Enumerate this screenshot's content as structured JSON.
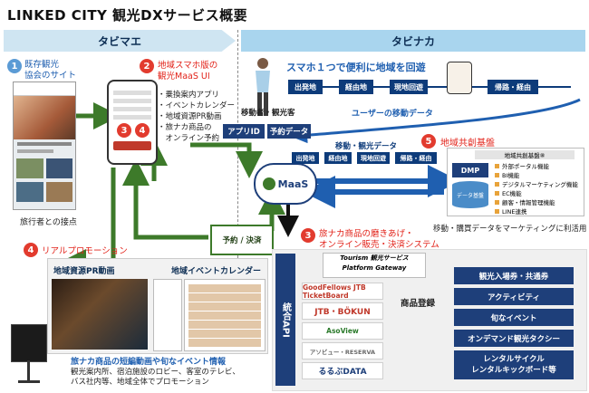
{
  "title": "LINKED CITY 観光DXサービス概要",
  "phases": {
    "left": "タビマエ",
    "right": "タビナカ"
  },
  "site_area": {
    "number": "1",
    "label_line1": "既存観光",
    "label_line2": "協会のサイト",
    "caption": "旅行者との接点"
  },
  "maas_ui": {
    "number": "2",
    "label_line1": "地域スマホ版の",
    "label_line2": "観光MaaS UI",
    "features": [
      "・乗換案内アプリ",
      "・イベントカレンダー",
      "・地域資源PR動画",
      "・旅ナカ商品の",
      "　オンライン予約"
    ],
    "inner3": "3",
    "inner4": "4"
  },
  "journey": {
    "headline": "スマホ１つで便利に地域を回遊",
    "traveler": "移動者・観光客",
    "steps": [
      "出発地",
      "経由地",
      "現地回遊",
      "帰路・経由"
    ],
    "flow_label": "ユーザーの移動データ"
  },
  "center": {
    "app_id": "アプリID",
    "reserve_data": "予約データ",
    "maas": "MaaS",
    "move_data": "移動・観光データ",
    "steps2": [
      "出発地",
      "経由地",
      "現地回遊",
      "帰路・経由"
    ]
  },
  "platform": {
    "number": "5",
    "label": "地域共創基盤",
    "box_title": "地域共創基盤⑧",
    "dmp": "DMP",
    "db": "データ基盤",
    "items": [
      "外部ポータル機能",
      "BI機能",
      "デジタルマーケティング機能",
      "EC機能",
      "顧客・情報管理機能",
      "LINE連携"
    ],
    "caption": "移動・購買データをマーケティングに利活用"
  },
  "reservation": {
    "label": "予約 / 決済"
  },
  "system": {
    "number": "3",
    "line1": "旅ナカ商品の磨きあげ・",
    "line2": "オンライン販売・決済システム"
  },
  "promotion": {
    "number": "4",
    "label": "リアルプロモーション",
    "video_title": "地域資源PR動画",
    "calendar_title": "地域イベントカレンダー",
    "bottom_line1": "旅ナカ商品の短編動画や旬なイベント情報",
    "bottom_line2": "観光案内所、宿泊施設のロビー、客室のテレビ、",
    "bottom_line3": "バス社内等、地域全体でプロモーション"
  },
  "api": {
    "label": "統合API",
    "gateway_line1": "Tourism 観光サービス",
    "gateway_line2": "Platform Gateway",
    "register": "商品登録",
    "partners": [
      "GoodFellows JTB TicketBoard",
      "JTB・BÖKUN",
      "AsoView",
      "アソビュー・RESERVA",
      "るるぶDATA"
    ]
  },
  "services": [
    "観光入場券・共通券",
    "アクティビティ",
    "旬なイベント",
    "オンデマンド観光タクシー",
    "レンタルサイクル",
    "レンタルキックボード等"
  ],
  "colors": {
    "navy": "#0d3b7a",
    "green": "#3d7a2a",
    "red": "#e2231a",
    "blue": "#1f5fb0"
  }
}
